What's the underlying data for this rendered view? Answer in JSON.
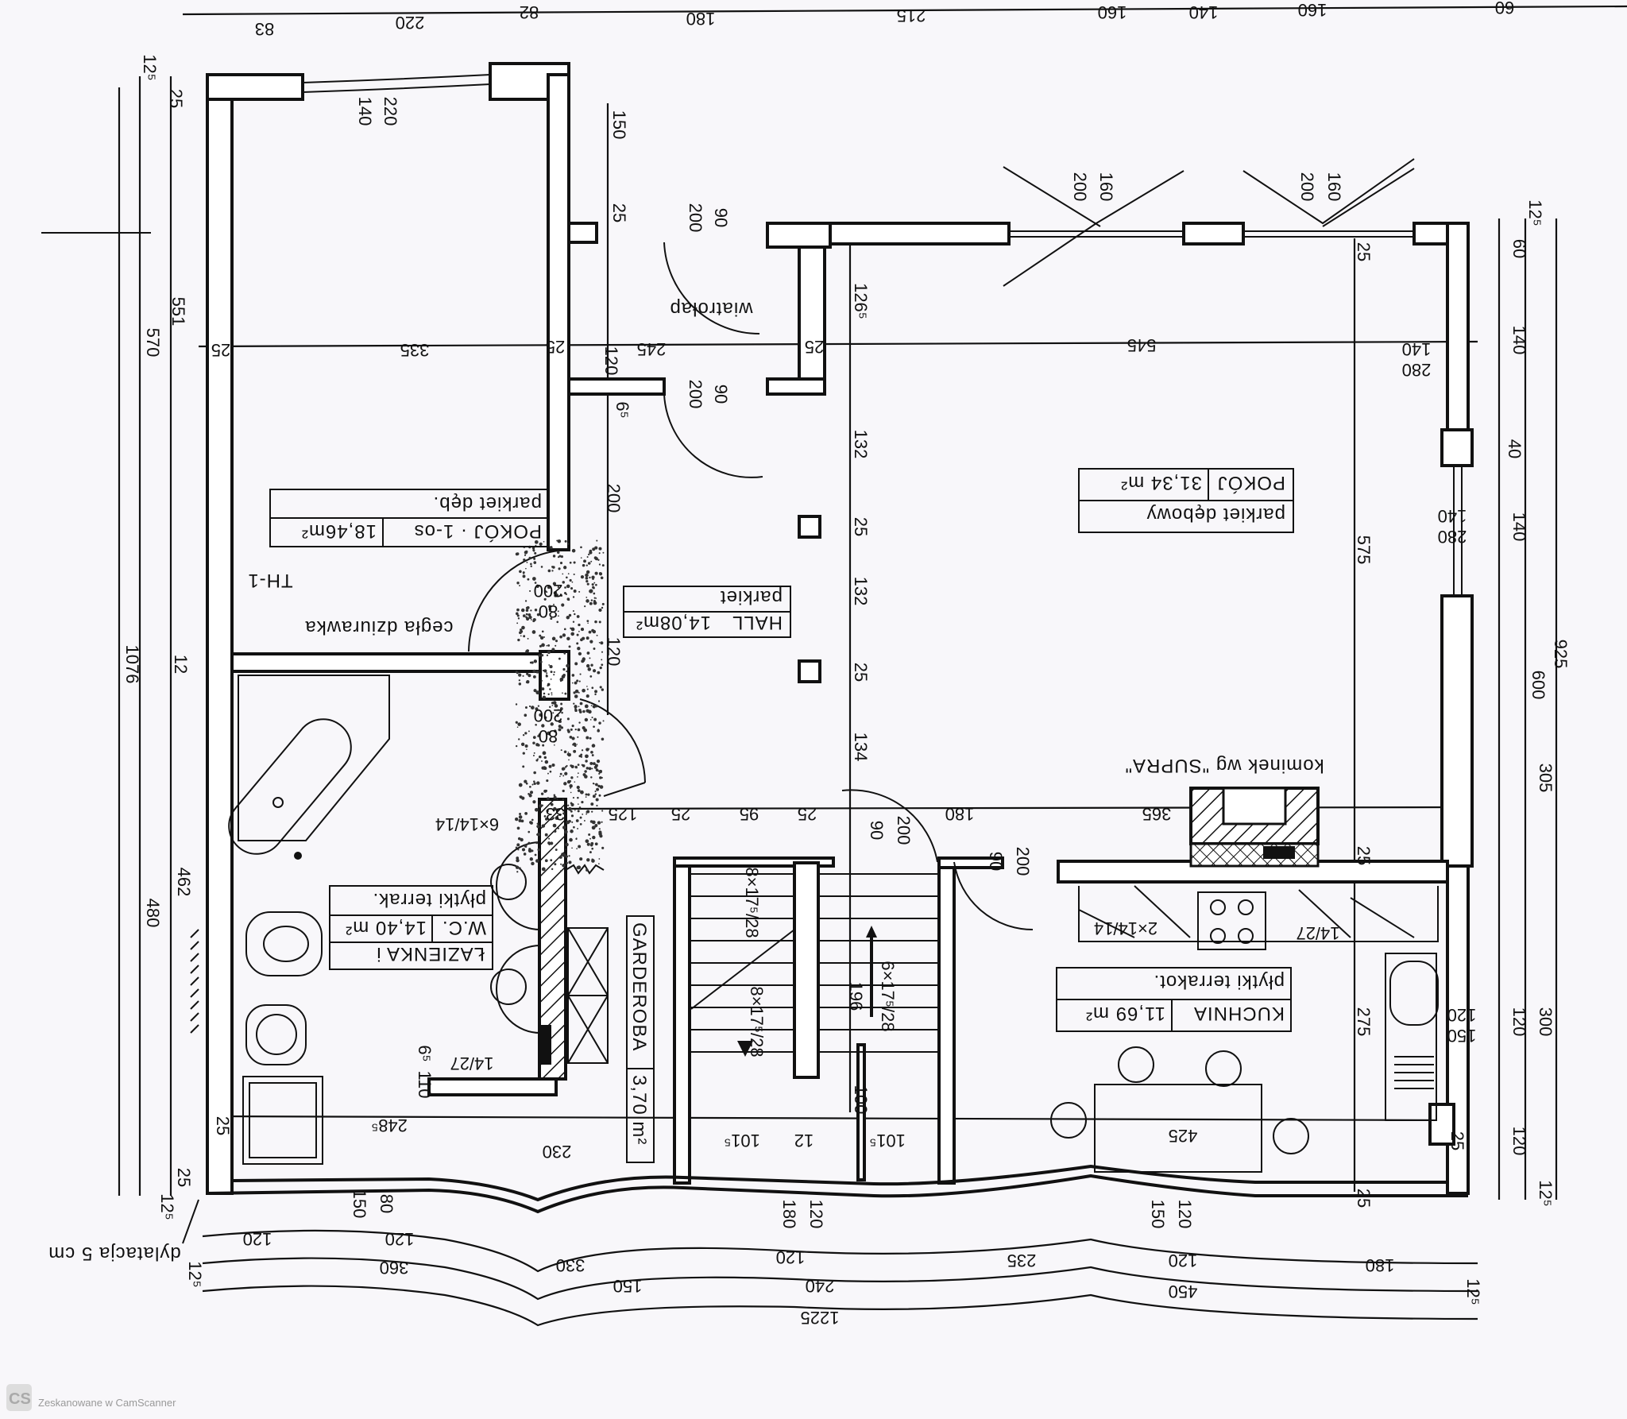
{
  "rooms": {
    "pokoj_1os": {
      "name": "POKÓJ · 1-os",
      "area": "18,46m²",
      "floor": "parkiet dęb."
    },
    "hall": {
      "name": "HALL",
      "area": "14,08m²",
      "floor": "parkiet"
    },
    "pokoj_duzy": {
      "name": "POKÓJ",
      "area": "31,34 m²",
      "floor": "parkiet dębowy"
    },
    "lazienka": {
      "name": "ŁAZIENKA i",
      "name2": "W.C.",
      "area": "14,40 m²",
      "floor": "płytki terrak."
    },
    "garderoba": {
      "name": "GARDEROBA",
      "area": "3,70 m²"
    },
    "kuchnia": {
      "name": "KUCHNIA",
      "area": "11,69 m²",
      "floor": "płytki terrakot."
    }
  },
  "notes": {
    "kominek": "kominek wg \"SUPRA\"",
    "cegla": "cegła dziurawka",
    "th": "TH-1",
    "wiatrolap": "wiatrołap",
    "dylatacja": "dylatacja 5 cm"
  },
  "dimensions": [
    "83",
    "220",
    "82",
    "180",
    "215",
    "160",
    "140",
    "160",
    "60",
    "220",
    "140",
    "150",
    "25",
    "200",
    "90",
    "335",
    "25",
    "25",
    "245",
    "25",
    "545",
    "120",
    "6⁵",
    "200",
    "90",
    "126⁵",
    "132",
    "25",
    "132",
    "25",
    "134",
    "200",
    "120",
    "200",
    "80",
    "200",
    "80",
    "575",
    "25",
    "25",
    "60",
    "140",
    "40",
    "140",
    "600",
    "925",
    "305",
    "300",
    "120",
    "120",
    "12⁵",
    "12⁵",
    "200",
    "160",
    "200",
    "160",
    "140",
    "280",
    "140",
    "280",
    "120",
    "150",
    "551",
    "570",
    "1076",
    "462",
    "480",
    "25",
    "12⁵",
    "12",
    "25",
    "12⁵",
    "125",
    "25",
    "95",
    "25",
    "180",
    "365",
    "33",
    "90",
    "200",
    "90",
    "200",
    "8×17⁵/28",
    "8×17⁵/28",
    "6×17⁵/28",
    "196",
    "100",
    "275",
    "425",
    "248⁵",
    "110",
    "6⁵",
    "230",
    "101⁵",
    "12",
    "101⁵",
    "25",
    "25",
    "25",
    "120",
    "120",
    "120",
    "235",
    "120",
    "180",
    "360",
    "330",
    "150",
    "240",
    "450",
    "1225",
    "12⁵",
    "12⁵",
    "150",
    "80",
    "180",
    "120",
    "150",
    "120",
    "6×14/14",
    "14/27",
    "2×14/14",
    "14/27"
  ],
  "watermark": {
    "logo": "CS",
    "text": "Zeskanowane w CamScanner"
  }
}
